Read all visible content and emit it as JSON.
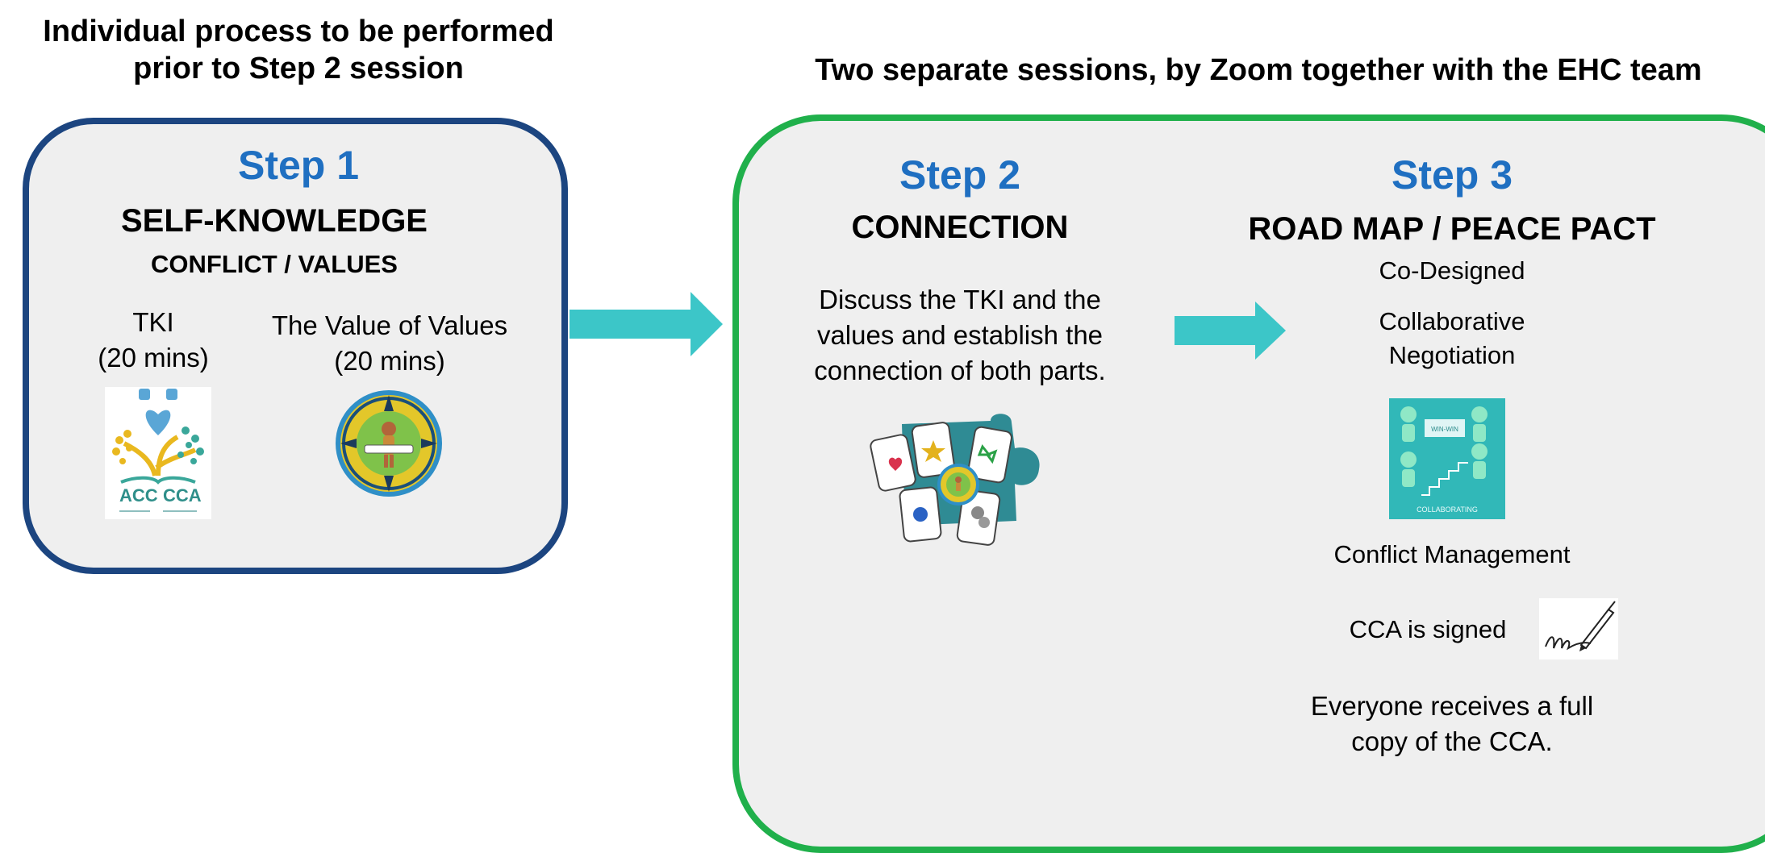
{
  "headings": {
    "left": [
      "Individual process to be performed",
      "prior to Step 2 session"
    ],
    "right": "Two separate sessions, by Zoom together with the EHC team"
  },
  "step1": {
    "step": "Step 1",
    "title": "SELF-KNOWLEDGE",
    "subtitle": "CONFLICT / VALUES",
    "items": [
      {
        "name": "TKI",
        "duration": "(20 mins)",
        "logo_text": [
          "ACC",
          "CCA"
        ]
      },
      {
        "name": "The Value of Values",
        "duration": "(20 mins)"
      }
    ]
  },
  "step2": {
    "step": "Step 2",
    "title": "CONNECTION",
    "description": [
      "Discuss the TKI and the",
      "values and establish the",
      "connection of both parts."
    ]
  },
  "step3": {
    "step": "Step 3",
    "title": "ROAD MAP / PEACE PACT",
    "line1": "Co-Designed",
    "line2": [
      "Collaborative",
      "Negotiation"
    ],
    "image_caption": "COLLABORATING",
    "image_sign": "WIN-WIN",
    "line3": "Conflict Management",
    "line4": "CCA is signed",
    "line5": [
      "Everyone receives a full",
      "copy of the CCA."
    ]
  },
  "colors": {
    "step_blue": "#1f6fc1",
    "box1_border": "#1c4580",
    "box2_border": "#20b04b",
    "arrow": "#3cc6c8",
    "panel_bg": "#efefef"
  },
  "icons": [
    "acc-cca-logo-icon",
    "compass-values-icon",
    "puzzle-cards-icon",
    "collaborating-icon",
    "signature-pen-icon",
    "arrow-right-icon"
  ]
}
